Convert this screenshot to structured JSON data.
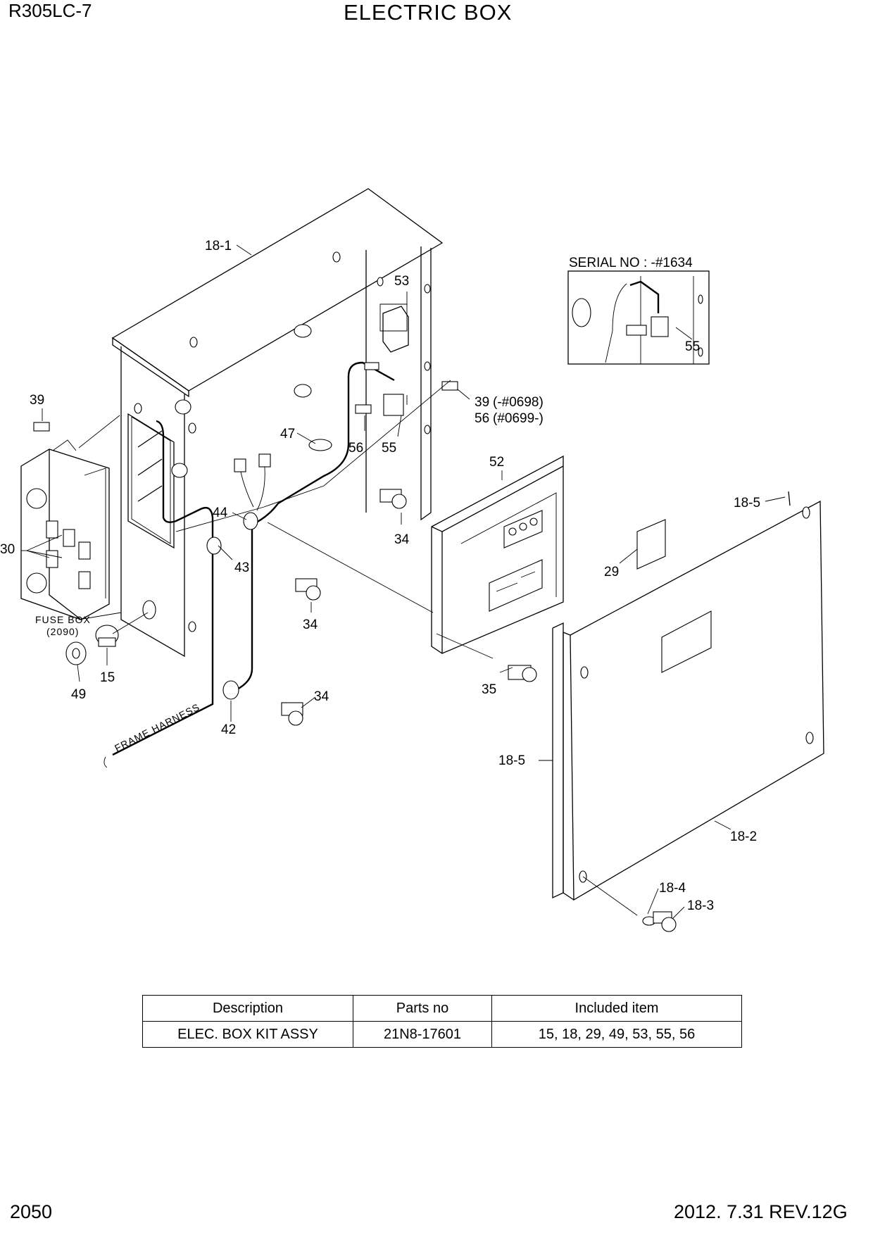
{
  "header": {
    "model": "R305LC-7",
    "title": "ELECTRIC BOX"
  },
  "footer": {
    "page_number": "2050",
    "revision": "2012. 7.31  REV.12G"
  },
  "inset": {
    "title": "SERIAL NO : -#1634",
    "callouts": [
      "55"
    ]
  },
  "callouts": {
    "c18_1": "18-1",
    "c53": "53",
    "c39_top": "39",
    "c39_right": "39",
    "c39_right_note": "(-#0698)",
    "c56_right": "56",
    "c56_right_note": "(#0699-)",
    "c47": "47",
    "c56": "56",
    "c55": "55",
    "c52": "52",
    "c18_5_top": "18-5",
    "c44": "44",
    "c34_a": "34",
    "c30": "30",
    "c43": "43",
    "c29": "29",
    "c34_b": "34",
    "c15": "15",
    "c49": "49",
    "c35": "35",
    "c34_c": "34",
    "c42": "42",
    "c18_5_bottom": "18-5",
    "c18_2": "18-2",
    "c18_4": "18-4",
    "c18_3": "18-3"
  },
  "labels": {
    "fuse_box": "FUSE BOX",
    "fuse_box_ref": "(2090)",
    "frame_harness": "FRAME HARNESS"
  },
  "parts_table": {
    "headers": [
      "Description",
      "Parts no",
      "Included item"
    ],
    "rows": [
      [
        "ELEC. BOX KIT ASSY",
        "21N8-17601",
        "15, 18, 29, 49, 53, 55, 56"
      ]
    ]
  }
}
